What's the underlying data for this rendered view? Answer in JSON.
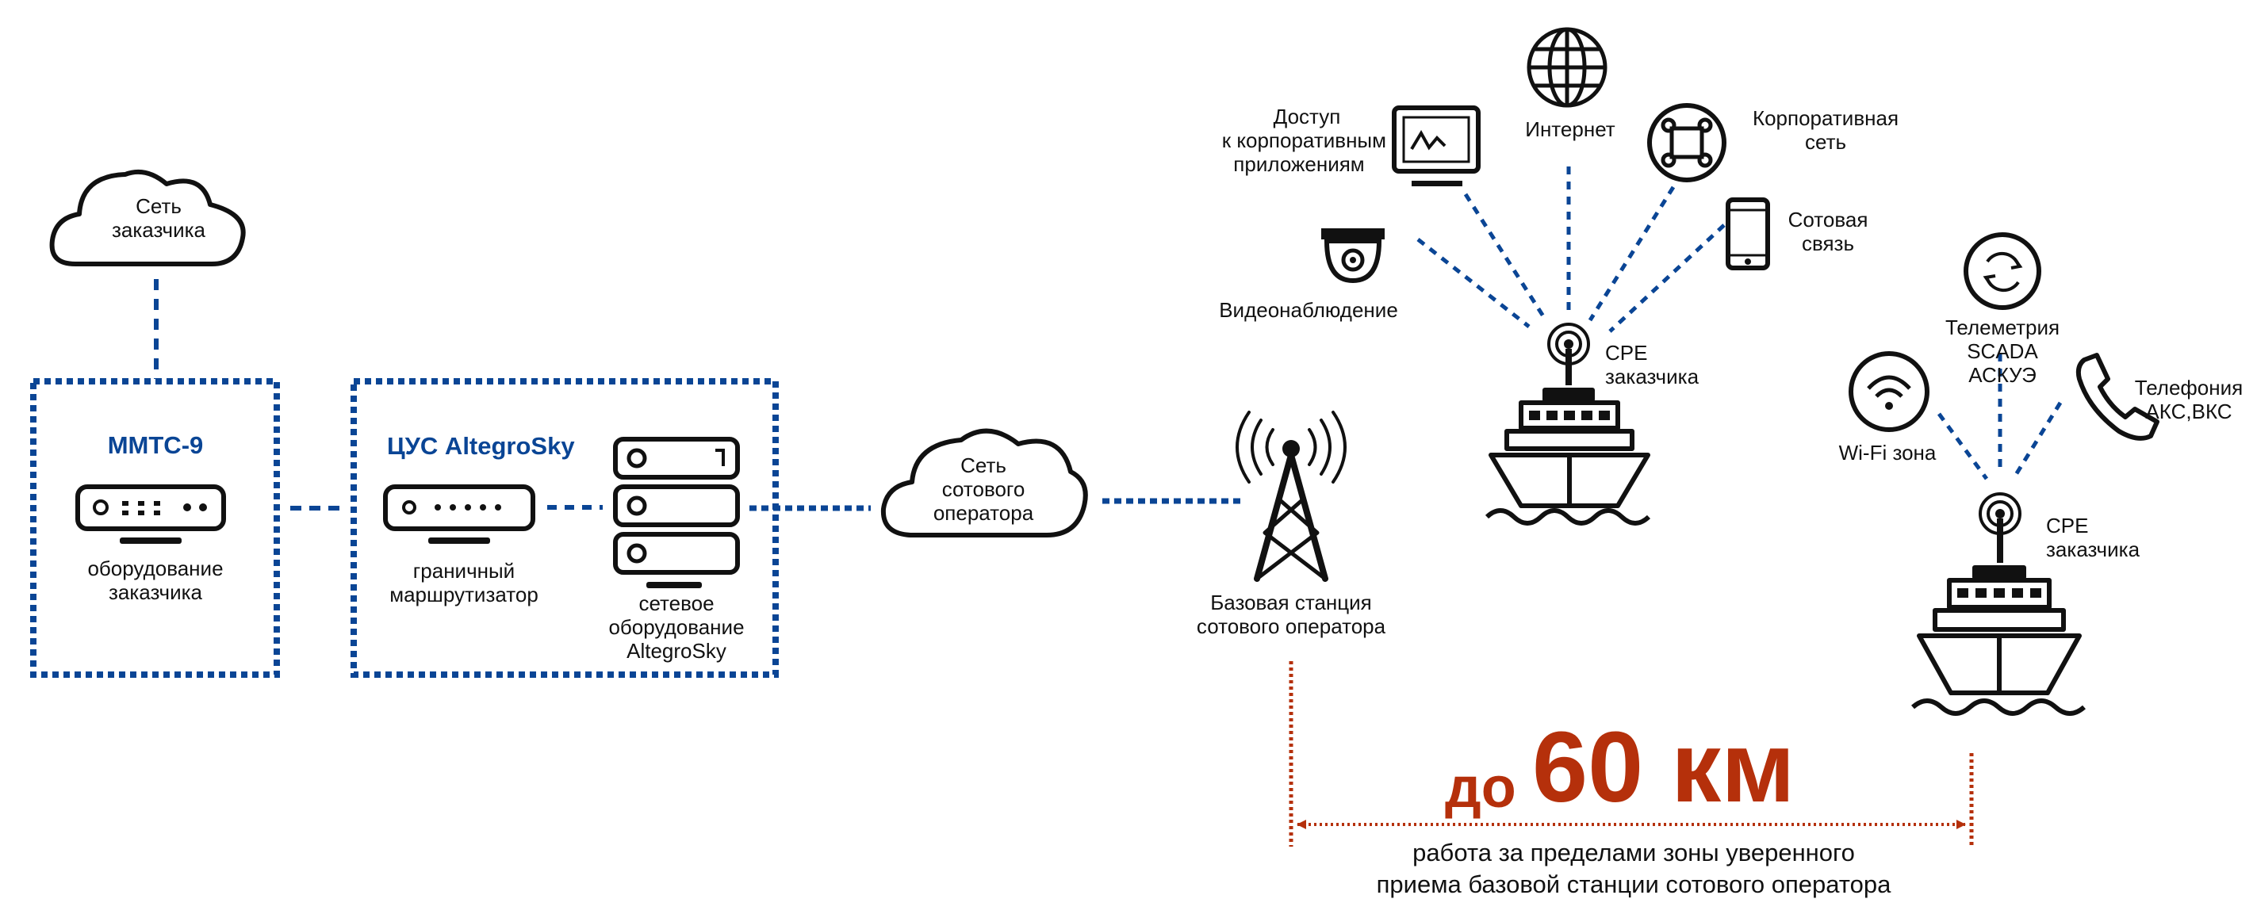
{
  "colors": {
    "blue": "#0a4595",
    "red": "#b5300b",
    "ink": "#111111"
  },
  "customer_network": {
    "line1": "Сеть",
    "line2": "заказчика"
  },
  "mmts": {
    "title": "ММТС-9",
    "device_line1": "оборудование",
    "device_line2": "заказчика"
  },
  "cus": {
    "title": "ЦУС AltegroSky",
    "router_line1": "граничный",
    "router_line2": "маршрутизатор",
    "server_line1": "сетевое",
    "server_line2": "оборудование",
    "server_line3": "AltegroSky"
  },
  "cellular_network": {
    "line1": "Сеть",
    "line2": "сотового",
    "line3": "оператора"
  },
  "base_station": {
    "line1": "Базовая станция",
    "line2": "сотового оператора"
  },
  "services_top": {
    "apps_line1": "Доступ",
    "apps_line2": "к корпоративным",
    "apps_line3": "приложениям",
    "internet": "Интернет",
    "corp_line1": "Корпоративная",
    "corp_line2": "сеть",
    "cell_line1": "Сотовая",
    "cell_line2": "связь",
    "video": "Видеонаблюдение",
    "cpe_line1": "CPE",
    "cpe_line2": "заказчика"
  },
  "services_right": {
    "telemetry_line1": "Телеметрия",
    "telemetry_line2": "SCADA",
    "telemetry_line3": "АСКУЭ",
    "wifi": "Wi-Fi зона",
    "phone_line1": "Телефония",
    "phone_line2": "АКС,ВКС",
    "cpe_line1": "CPE",
    "cpe_line2": "заказчика"
  },
  "range": {
    "prefix": "до",
    "value": "60 км",
    "caption_line1": "работа за пределами зоны уверенного",
    "caption_line2": "приема базовой станции сотового оператора"
  }
}
